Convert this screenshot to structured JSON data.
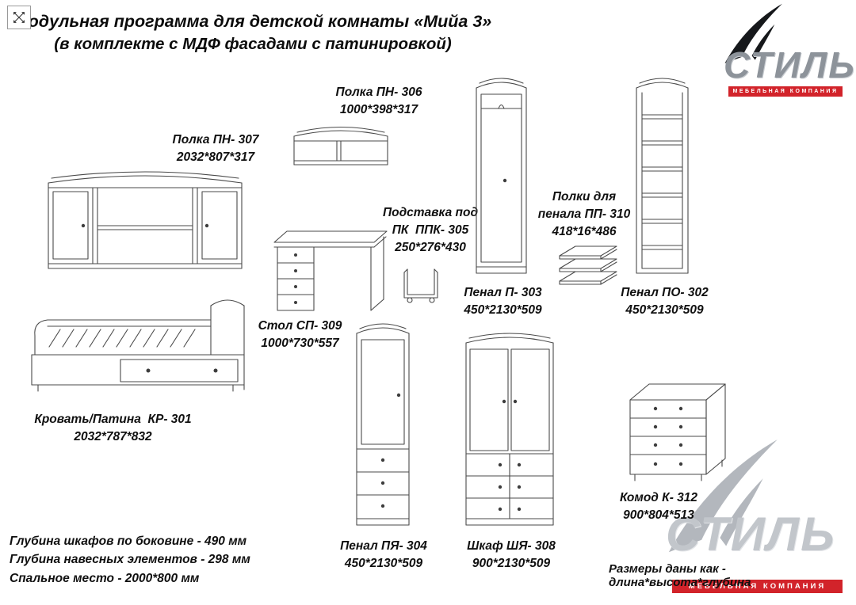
{
  "meta": {
    "title_line1": "Модульная программа для детской комнаты «Мийа 3»",
    "title_line2": "(в комплекте с МДФ фасадами с патинировкой)"
  },
  "logo": {
    "brand": "СТИЛЬ",
    "tagline": "МЕБЕЛЬНАЯ КОМПАНИЯ"
  },
  "items": {
    "pn307": {
      "name": "Полка ПН- 307",
      "dims": "2032*807*317"
    },
    "pn306": {
      "name": "Полка ПН- 306",
      "dims": "1000*398*317"
    },
    "ppk305": {
      "name": "Подставка под\nПК  ППК- 305",
      "dims": "250*276*430"
    },
    "sp309": {
      "name": "Стол СП- 309",
      "dims": "1000*730*557"
    },
    "p303": {
      "name": "Пенал П- 303",
      "dims": "450*2130*509"
    },
    "pp310": {
      "name": "Полки для\nпенала ПП- 310",
      "dims": "418*16*486"
    },
    "po302": {
      "name": "Пенал ПО- 302",
      "dims": "450*2130*509"
    },
    "kr301": {
      "name": "Кровать/Патина  КР- 301",
      "dims": "2032*787*832"
    },
    "pya304": {
      "name": "Пенал ПЯ- 304",
      "dims": "450*2130*509"
    },
    "shya308": {
      "name": "Шкаф ШЯ- 308",
      "dims": "900*2130*509"
    },
    "k312": {
      "name": "Комод К- 312",
      "dims": "900*804*513"
    }
  },
  "notes": {
    "line1": "Глубина шкафов по боковине - 490 мм",
    "line2": "Глубина навесных элементов - 298 мм",
    "line3": "Спальное место - 2000*800 мм"
  },
  "footer": {
    "dims_note": "Размеры даны как - длина*высота*глубина"
  },
  "colors": {
    "accent_red": "#d2232a",
    "brand_gray": "#8d939a",
    "line_gray": "#4a4a4a"
  }
}
